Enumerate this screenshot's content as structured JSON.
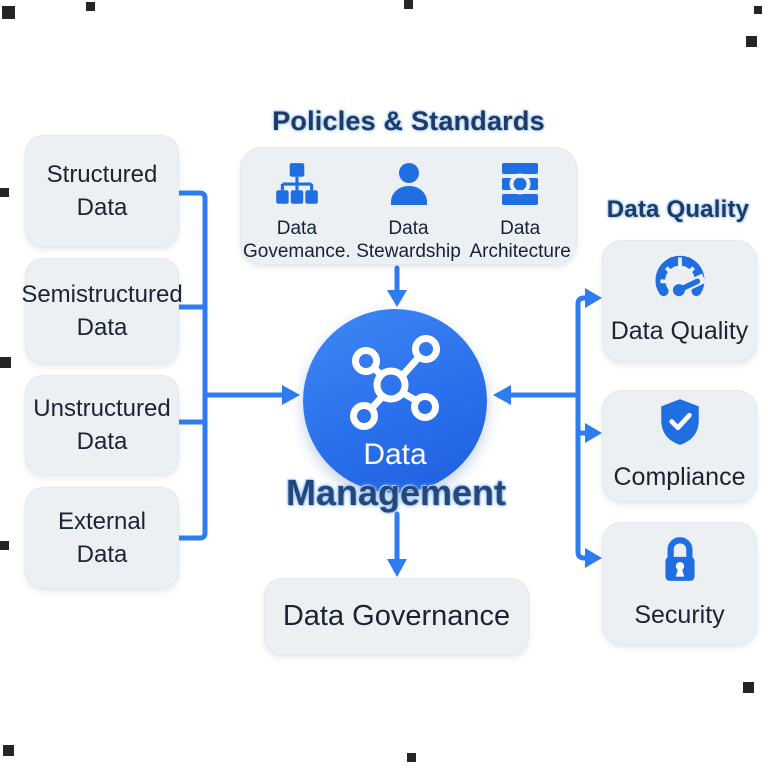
{
  "headings": {
    "policies": "Policles & Standards",
    "quality": "Data Quality"
  },
  "sources": {
    "items": [
      {
        "label": "Structured\nData"
      },
      {
        "label": "Semistructured\nData"
      },
      {
        "label": "Unstructured\nData"
      },
      {
        "label": "External\nData"
      }
    ]
  },
  "policies_panel": {
    "items": [
      {
        "icon": "org-chart-icon",
        "label": "Data\nGovemance."
      },
      {
        "icon": "person-icon",
        "label": "Data\nStewardship"
      },
      {
        "icon": "database-stack-icon",
        "label": "Data\nArchitecture"
      }
    ]
  },
  "hub": {
    "icon": "network-nodes-icon",
    "line1": "Data",
    "line2": "Management"
  },
  "quality_panel": {
    "items": [
      {
        "icon": "gauge-icon",
        "label": "Data Quality"
      },
      {
        "icon": "shield-check-icon",
        "label": "Compliance"
      },
      {
        "icon": "lock-icon",
        "label": "Security"
      }
    ]
  },
  "governance": {
    "label": "Data Governance"
  },
  "colors": {
    "accent_blue": "#2374e6",
    "line_blue": "#2e7cf2",
    "panel_bg": "#edf0f3",
    "hub_gradient_start": "#3f88f5",
    "hub_gradient_end": "#1d5fe0",
    "heading_navy": "#1d3b63"
  }
}
